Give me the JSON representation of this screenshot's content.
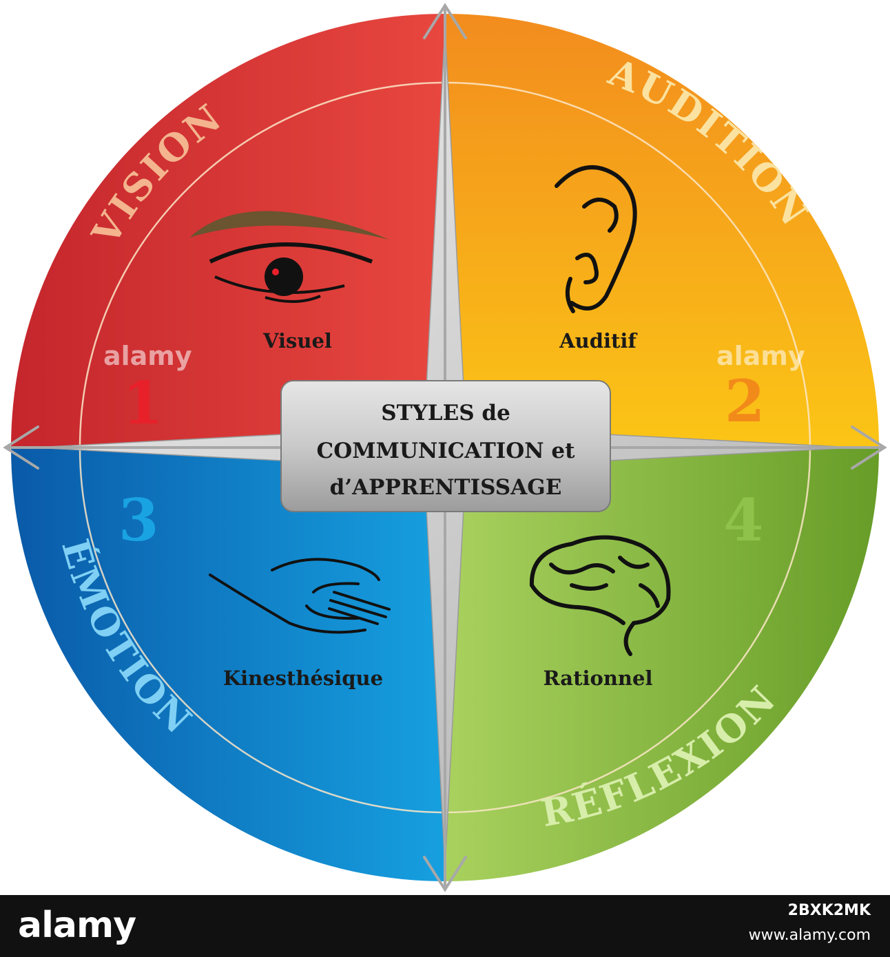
{
  "quadrants": [
    {
      "arc_label": "VISION",
      "number": "1",
      "style": "Visuel",
      "icon": "eye-icon",
      "color_start": "#c4262c",
      "color_end": "#e8473f",
      "number_color": "#e8202a",
      "arc_color": "#f2b08a"
    },
    {
      "arc_label": "AUDITION",
      "number": "2",
      "style": "Auditif",
      "icon": "ear-icon",
      "color_start": "#f28c1e",
      "color_end": "#f9c118",
      "number_color": "#f28a1a",
      "arc_color": "#fbe3a6"
    },
    {
      "arc_label": "ÉMOTION",
      "number": "3",
      "style": "Kinesthésique",
      "icon": "hand-icon",
      "color_start": "#0a5aa8",
      "color_end": "#16a0e0",
      "number_color": "#1aa3e2",
      "arc_color": "#8fd3f4"
    },
    {
      "arc_label": "RÉFLEXION",
      "number": "4",
      "style": "Rationnel",
      "icon": "brain-icon",
      "color_start": "#a6cf5a",
      "color_end": "#6a9e2a",
      "number_color": "#8fc24a",
      "arc_color": "#dcefb0"
    }
  ],
  "center": {
    "line1": "STYLES de",
    "line2": "COMMUNICATION et",
    "line3": "d’APPRENTISSAGE"
  },
  "watermark": "alamy",
  "footer": {
    "logo": "alamy",
    "image_id": "2BXK2MK",
    "url": "www.alamy.com"
  }
}
